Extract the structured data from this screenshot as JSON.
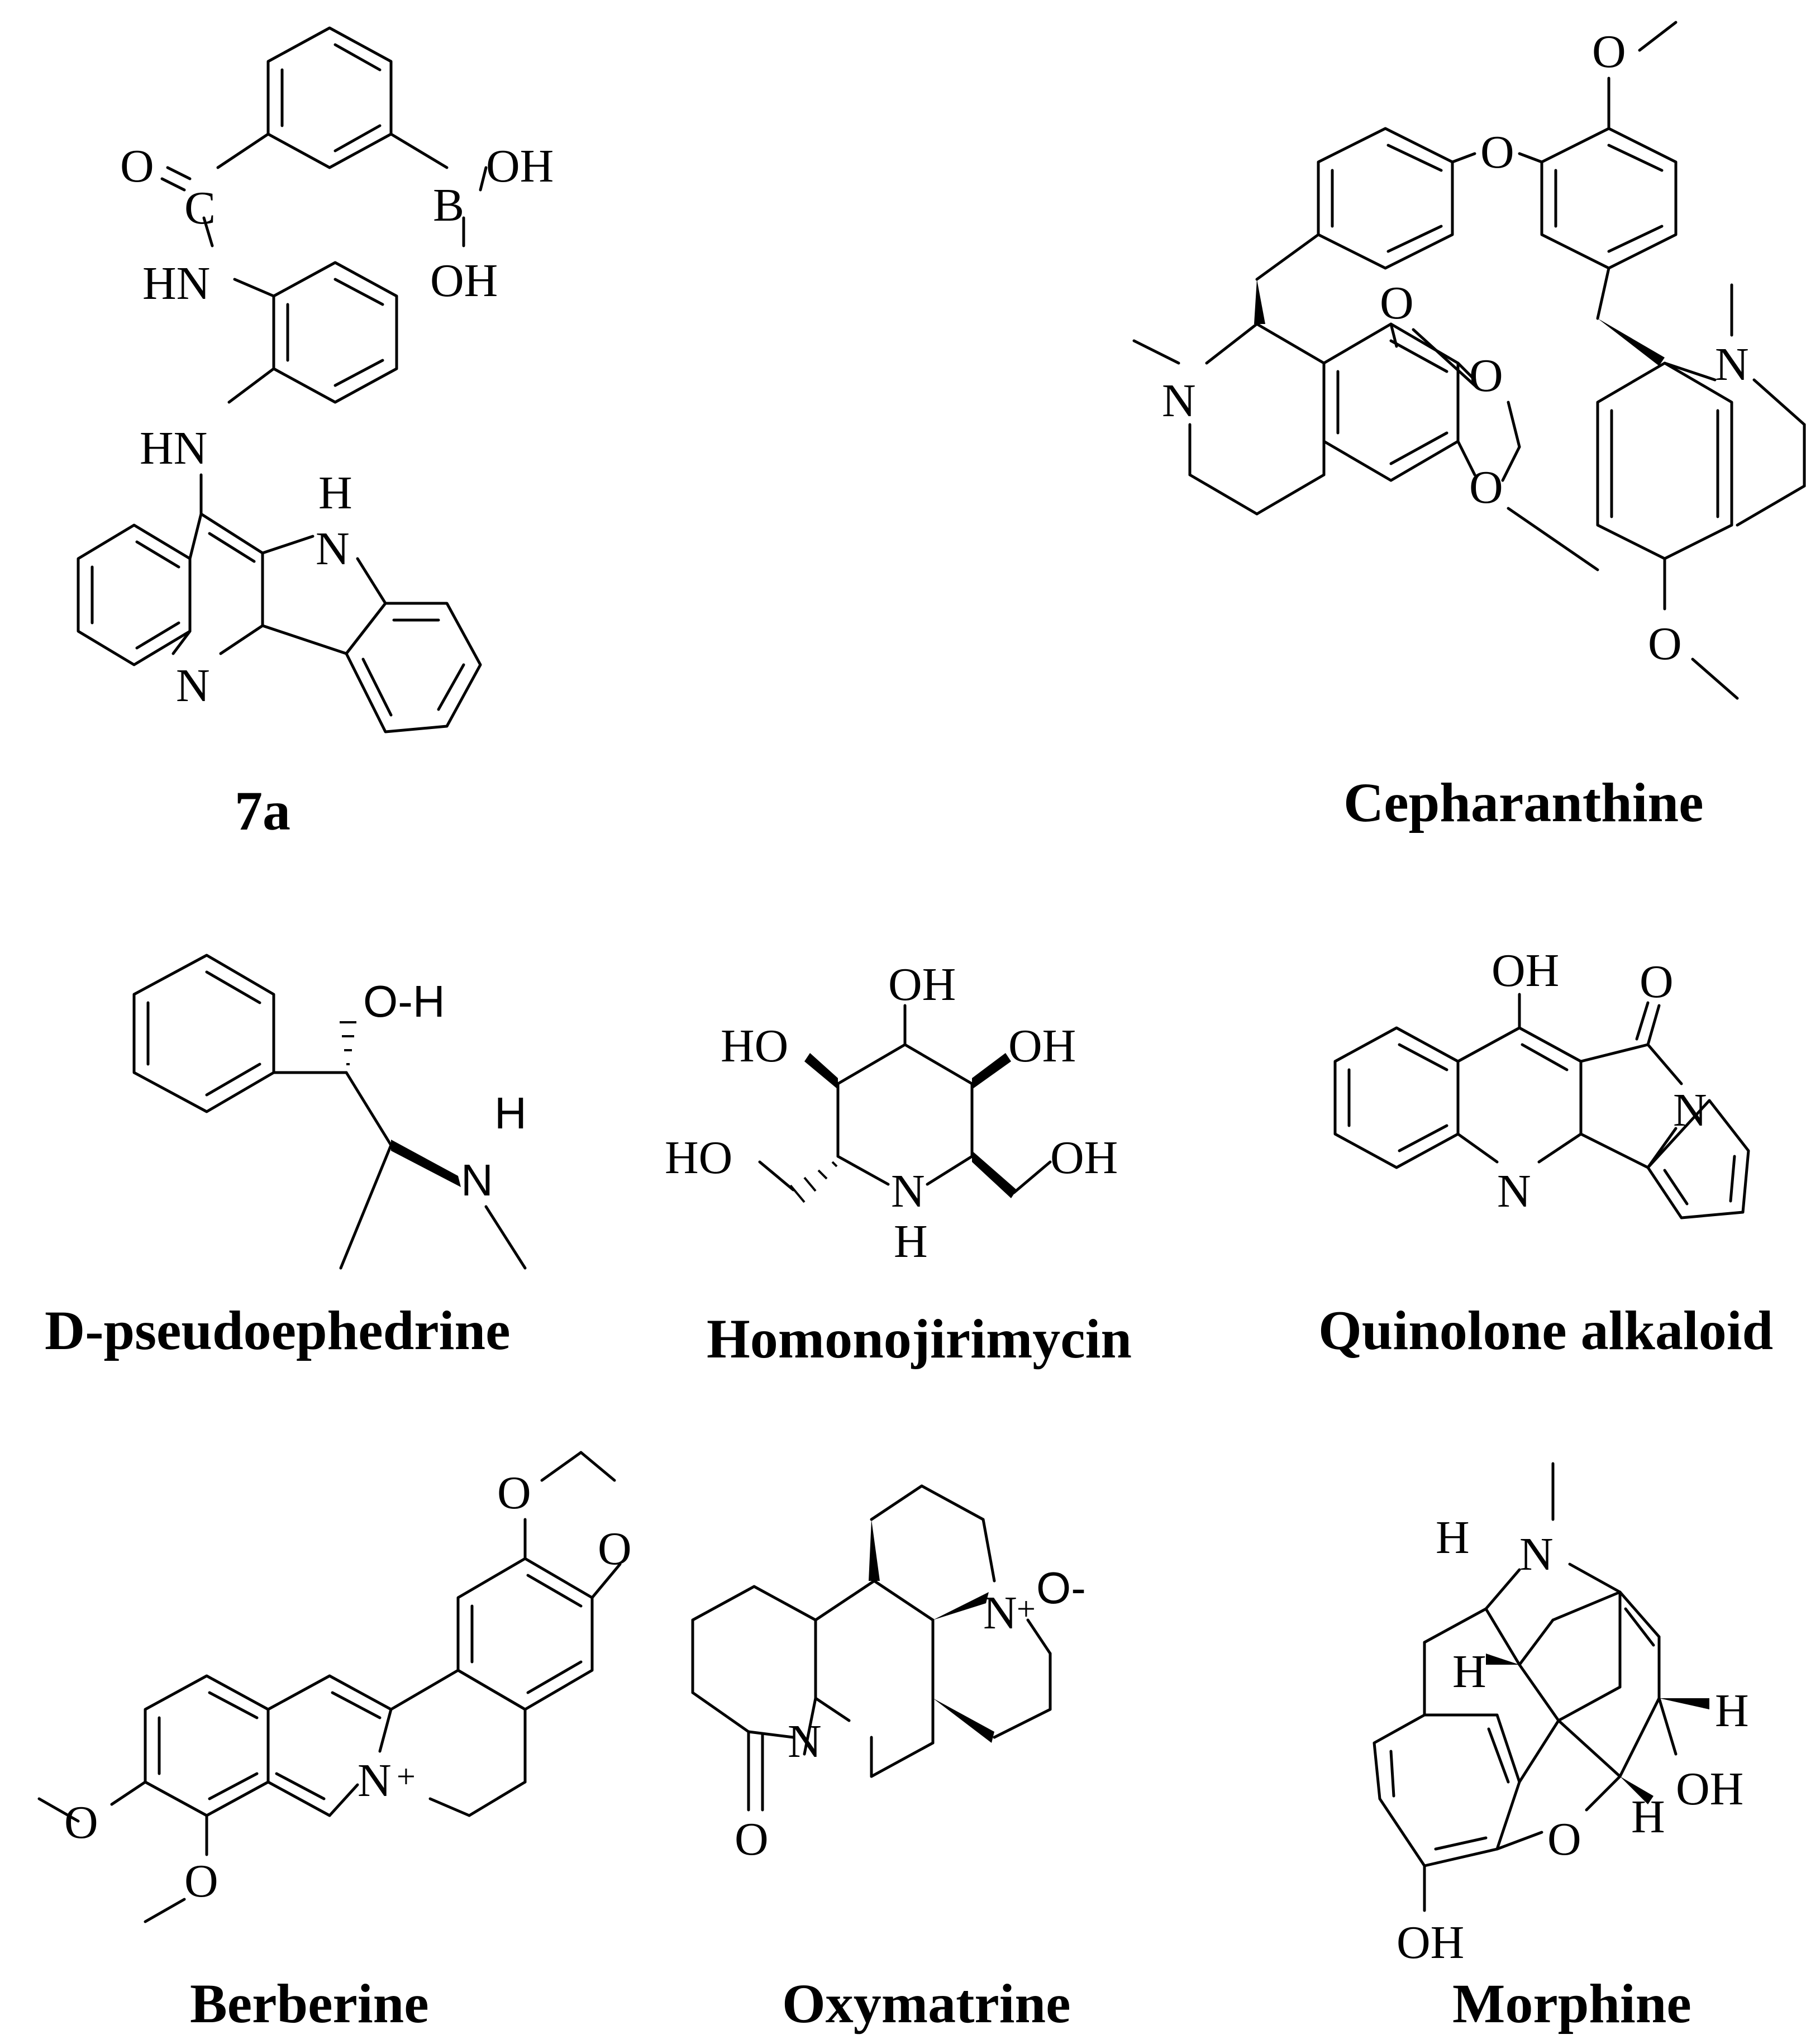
{
  "compounds": {
    "c7a": {
      "name": "7a",
      "atoms": {
        "o": "O",
        "c": "C",
        "b": "B",
        "oh1": "OH",
        "oh2": "OH",
        "hn1": "HN",
        "hn2": "HN",
        "h": "H",
        "n_indole": "N",
        "n_quin": "N"
      }
    },
    "cepharanthine": {
      "name": "Cepharanthine",
      "atoms": {
        "o_ome_top": "O",
        "o_ether": "O",
        "o_center": "O",
        "o_diox1": "O",
        "o_diox2": "O",
        "n_left": "N",
        "n_right": "N",
        "o_ome_bottom": "O"
      }
    },
    "pseudoephedrine": {
      "name": "D-pseudoephedrine",
      "atoms": {
        "oh": "O-H",
        "h": "H",
        "n": "N"
      }
    },
    "homonojirimycin": {
      "name": "Homonojirimycin",
      "atoms": {
        "oh_top": "OH",
        "ho_left": "HO",
        "oh_right": "OH",
        "ho_ch2": "HO",
        "oh_ch2": "OH",
        "n": "N",
        "h": "H"
      }
    },
    "quinolone": {
      "name": "Quinolone alkaloid",
      "atoms": {
        "oh": "OH",
        "o": "O",
        "n_ring": "N",
        "n_quin": "N"
      }
    },
    "berberine": {
      "name": "Berberine",
      "atoms": {
        "o_diox1": "O",
        "o_diox2": "O",
        "n": "N",
        "plus": "+",
        "o_ome1": "O",
        "o_ome2": "O"
      }
    },
    "oxymatrine": {
      "name": "Oxymatrine",
      "atoms": {
        "n_plus": "N",
        "plus": "+",
        "o_minus": "O-",
        "n_amide": "N",
        "o": "O"
      }
    },
    "morphine": {
      "name": "Morphine",
      "atoms": {
        "h1": "H",
        "n": "N",
        "h2": "H",
        "h3": "H",
        "h4": "H",
        "oh": "OH",
        "o": "O",
        "oh_bottom": "OH"
      }
    }
  }
}
